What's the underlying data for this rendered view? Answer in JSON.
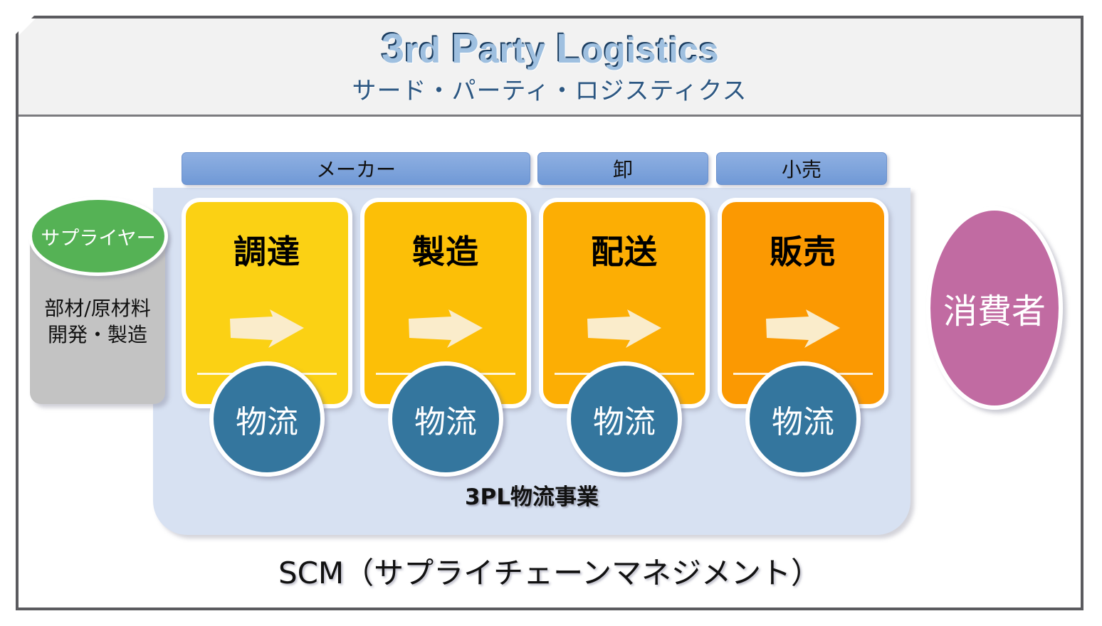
{
  "header": {
    "title_en_parts": [
      "3",
      "rd ",
      "P",
      "arty ",
      "L",
      "ogistics"
    ],
    "title_en": "3rd Party Logistics",
    "title_jp": "サード・パーティ・ロジスティクス"
  },
  "channels": [
    {
      "name": "maker",
      "label": "メーカー"
    },
    {
      "name": "wholesale",
      "label": "卸"
    },
    {
      "name": "retail",
      "label": "小売"
    }
  ],
  "supplier": {
    "ellipse_label": "サプライヤー",
    "line1": "部材/原材料",
    "line2": "開発・製造"
  },
  "stages": [
    {
      "title": "調達",
      "logistics_label": "物流",
      "color": "#fbd114",
      "arrow_icon": "right-arrow-icon"
    },
    {
      "title": "製造",
      "logistics_label": "物流",
      "color": "#fcbf07",
      "arrow_icon": "right-arrow-icon"
    },
    {
      "title": "配送",
      "logistics_label": "物流",
      "color": "#fcae04",
      "arrow_icon": "right-arrow-icon"
    },
    {
      "title": "販売",
      "logistics_label": "物流",
      "color": "#fb9902",
      "arrow_icon": "right-arrow-icon"
    }
  ],
  "consumer": {
    "label": "消費者"
  },
  "panel": {
    "label": "3PL物流事業"
  },
  "footer": {
    "scm_caption": "SCM（サプライチェーンマネジメント）"
  },
  "colors": {
    "frame_border": "#5b5b5f",
    "header_band_bg": "#f2f2f2",
    "title_blue": "#2c5782",
    "channel_bar": "#7099d6",
    "panel_bg": "#d7e1f2",
    "supplier_green": "#55b255",
    "supplier_gray": "#c3c3c3",
    "logistics_blue": "#34769e",
    "consumer_mauve": "#c16ba2",
    "arrow_cream": "#faeccb"
  }
}
